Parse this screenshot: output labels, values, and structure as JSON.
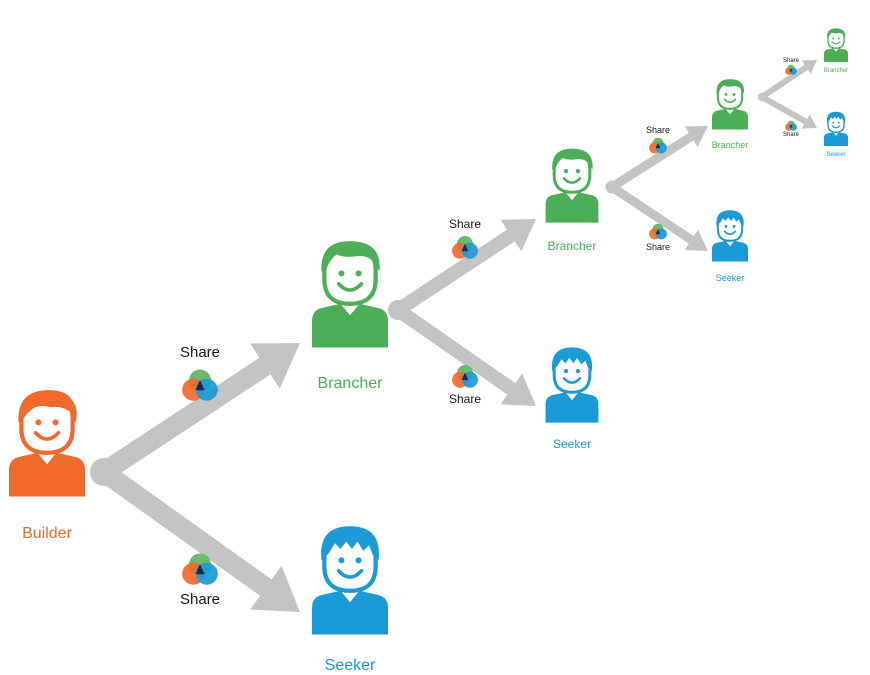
{
  "colors": {
    "builder": "#F2692C",
    "brancher": "#4CAF57",
    "seeker": "#1A9AD6",
    "arrow": "#C3C3C3",
    "share_text": "#1A1A1A",
    "share_green": "#5BB75B",
    "share_orange": "#F2692C",
    "share_blue": "#1A9AD6",
    "share_dark": "#1F2A44"
  },
  "people": [
    {
      "id": "builder",
      "role": "builder",
      "label": "Builder"
    },
    {
      "id": "brancher-1",
      "role": "brancher",
      "label": "Brancher"
    },
    {
      "id": "seeker-1",
      "role": "seeker",
      "label": "Seeker"
    },
    {
      "id": "brancher-2",
      "role": "brancher",
      "label": "Brancher"
    },
    {
      "id": "seeker-2",
      "role": "seeker",
      "label": "Seeker"
    },
    {
      "id": "brancher-3",
      "role": "brancher",
      "label": "Brancher"
    },
    {
      "id": "seeker-3",
      "role": "seeker",
      "label": "Seeker"
    },
    {
      "id": "brancher-4",
      "role": "brancher",
      "label": "Brancher"
    },
    {
      "id": "seeker-4",
      "role": "seeker",
      "label": "Seeker"
    }
  ],
  "shares": [
    {
      "id": "share-1-up",
      "label": "Share"
    },
    {
      "id": "share-1-down",
      "label": "Share"
    },
    {
      "id": "share-2-up",
      "label": "Share"
    },
    {
      "id": "share-2-down",
      "label": "Share"
    },
    {
      "id": "share-3-up",
      "label": "Share"
    },
    {
      "id": "share-3-down",
      "label": "Share"
    },
    {
      "id": "share-4-up",
      "label": "Share"
    },
    {
      "id": "share-4-down",
      "label": "Share"
    }
  ]
}
